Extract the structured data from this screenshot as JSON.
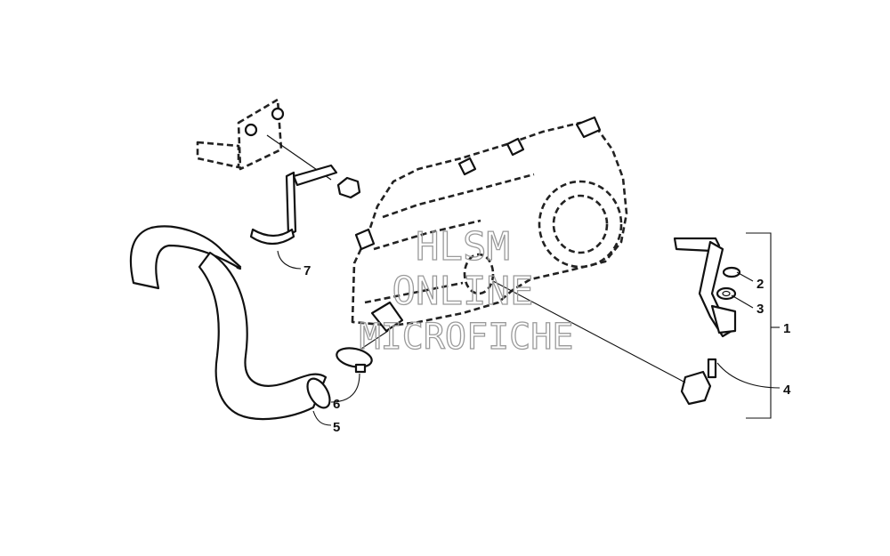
{
  "callouts": {
    "c1": "1",
    "c2": "2",
    "c3": "3",
    "c4": "4",
    "c5": "5",
    "c6": "6",
    "c7": "7"
  },
  "watermark": {
    "line1": "HLSM",
    "line2": "ONLINE",
    "line3": "MICROFICHE"
  },
  "colors": {
    "ink": "#111111",
    "watermark": "#9a9a9a",
    "background": "#ffffff"
  }
}
